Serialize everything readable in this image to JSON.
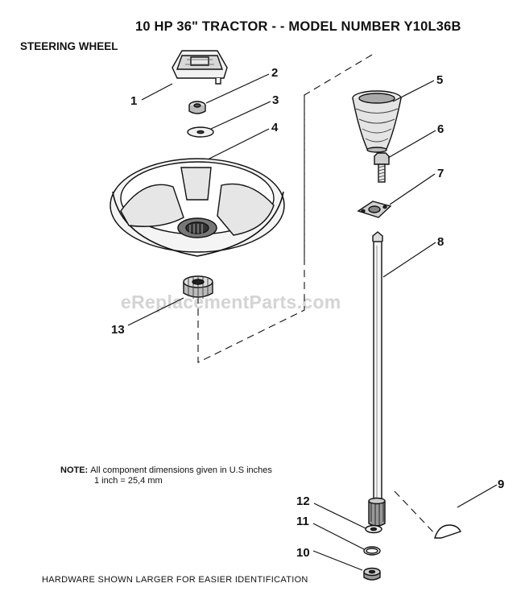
{
  "title": "10 HP 36\" TRACTOR - - MODEL NUMBER Y10L36B",
  "subtitle": "STEERING WHEEL",
  "watermark": "eReplacementParts.com",
  "note": {
    "label": "NOTE:",
    "line1": "All component dimensions given in U.S  inches",
    "line2": "1 inch  =  25,4 mm"
  },
  "footer": "HARDWARE SHOWN LARGER FOR EASIER IDENTIFICATION",
  "callouts": {
    "c1": "1",
    "c2": "2",
    "c3": "3",
    "c4": "4",
    "c5": "5",
    "c6": "6",
    "c7": "7",
    "c8": "8",
    "c9": "9",
    "c10": "10",
    "c11": "11",
    "c12": "12",
    "c13": "13"
  }
}
